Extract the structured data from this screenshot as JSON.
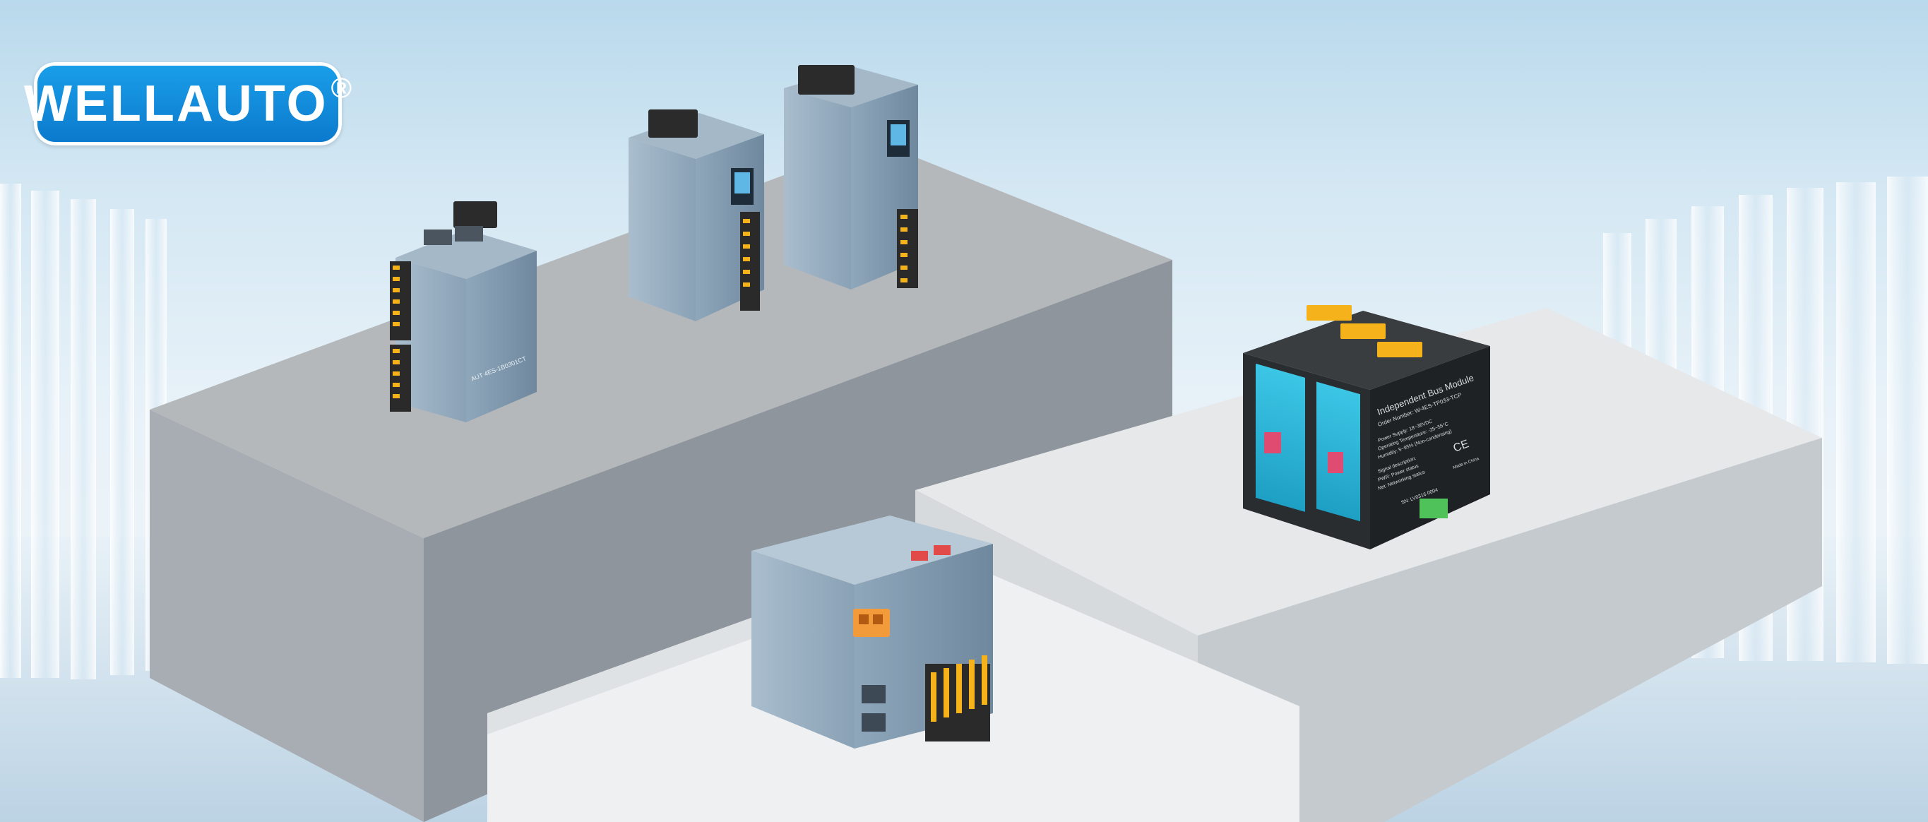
{
  "brand": {
    "name": "WELLAUTO",
    "registered_mark": "®"
  },
  "modules": {
    "left_module_label": "AUT 4ES-1B0301CT",
    "bus_module": {
      "title": "Independent Bus Module",
      "order_number": "Order Number: W-4ES-TP033-TCP",
      "power_supply": "Power Supply: 18~36VDC",
      "operating_temp": "Operating Temperature: -25~55°C",
      "humidity": "Humidity: 5~95% (Non-condensing)",
      "signal_desc": "Signal description:",
      "pwr": "PWR: Power status",
      "net": "Net: Networking status",
      "serial": "SN: LV0316 0004",
      "made_in": "Made in China",
      "ce": "CE"
    }
  },
  "colors": {
    "brand_blue": "#0b78cc",
    "device_steel": "#7e97ad",
    "device_dark": "#2a2d30",
    "teal_panel": "#2fb7d8",
    "terminal_yellow": "#f5b21a"
  }
}
